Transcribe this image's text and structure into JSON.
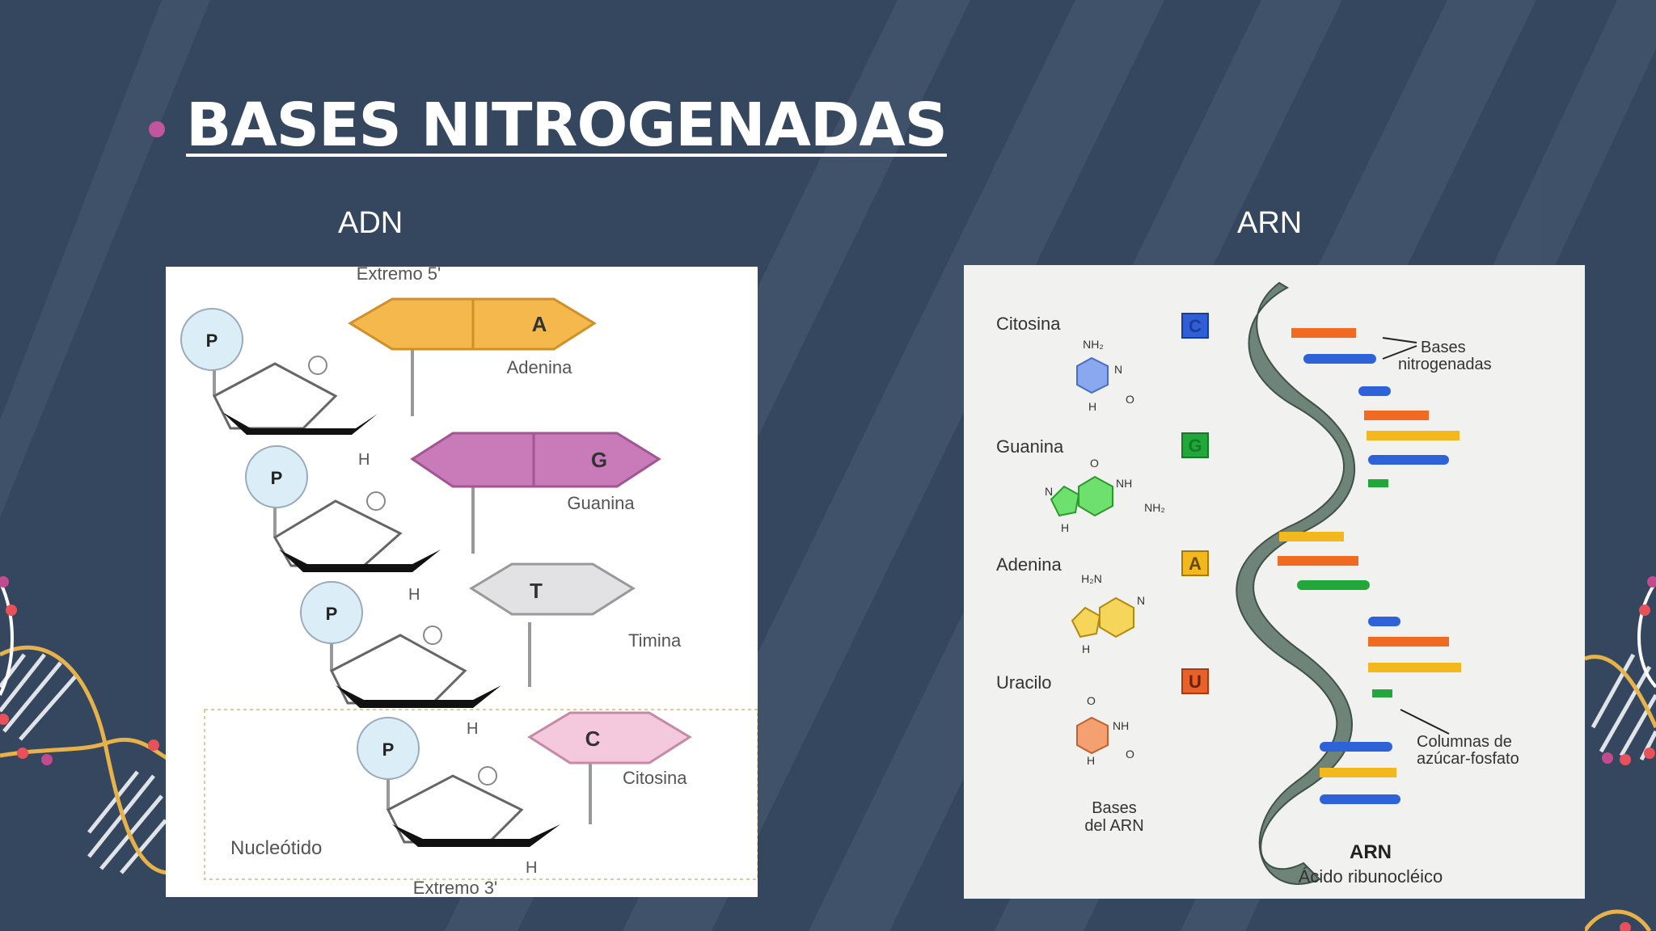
{
  "slide": {
    "title": "BASES NITROGENADAS",
    "left_label": "ADN",
    "right_label": "ARN"
  },
  "dna_diagram": {
    "top_label": "Extremo 5'",
    "bottom_label": "Extremo 3'",
    "phosphate": "P",
    "oxygen": "O",
    "hydrogen": "H",
    "nucleotide_label": "Nucleótido",
    "bases": [
      {
        "letter": "A",
        "name": "Adenina",
        "color": "#f5b84d"
      },
      {
        "letter": "G",
        "name": "Guanina",
        "color": "#c97ab8"
      },
      {
        "letter": "T",
        "name": "Timina",
        "color": "#e2e2e4"
      },
      {
        "letter": "C",
        "name": "Citosina",
        "color": "#f4c9dd"
      }
    ]
  },
  "rna_diagram": {
    "bases": [
      {
        "name": "Citosina",
        "letter": "C",
        "color": "#2f5fd6"
      },
      {
        "name": "Guanina",
        "letter": "G",
        "color": "#22a83a"
      },
      {
        "name": "Adenina",
        "letter": "A",
        "color": "#f2b81d"
      },
      {
        "name": "Uracilo",
        "letter": "U",
        "color": "#e8602a"
      }
    ],
    "chem_labels": {
      "nh2": "NH₂",
      "h2n": "H₂N",
      "n": "N",
      "h": "H",
      "o": "O",
      "nh": "NH"
    },
    "bases_caption_line1": "Bases",
    "bases_caption_line2": "del ARN",
    "pointer_bases_line1": "Bases",
    "pointer_bases_line2": "nitrogenadas",
    "pointer_backbone_line1": "Columnas de",
    "pointer_backbone_line2": "azúcar-fosfato",
    "main_label": "ARN",
    "sub_label": "Ácido ribunocléico"
  }
}
